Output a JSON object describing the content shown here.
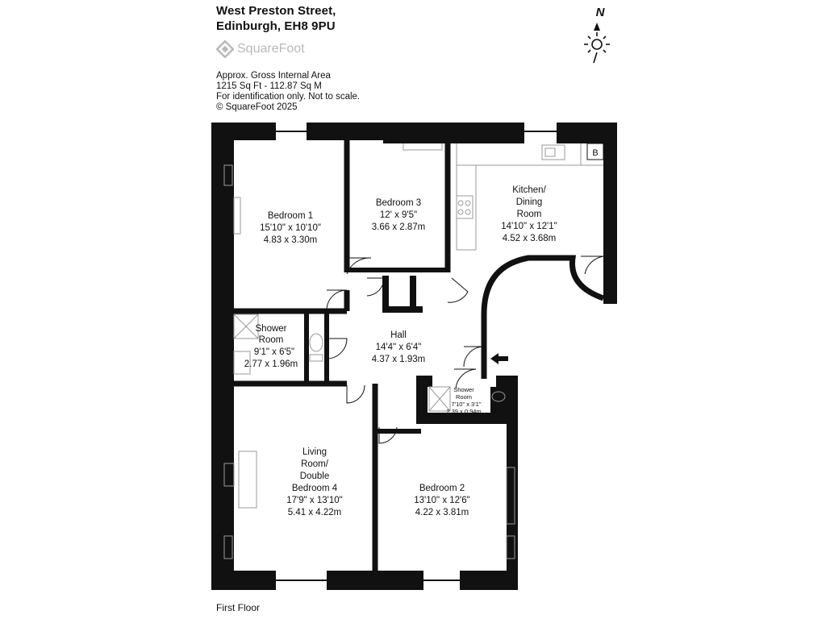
{
  "header": {
    "address_line1": "West Preston Street,",
    "address_line2": "Edinburgh, EH8 9PU",
    "brand": "SquareFoot",
    "info": [
      "Approx. Gross Internal Area",
      "1215 Sq Ft  -  112.87 Sq M",
      "For identification only. Not to scale.",
      "© SquareFoot 2025"
    ]
  },
  "compass": {
    "label": "N",
    "icon": "compass-sun-icon"
  },
  "floor_label": "First Floor",
  "rooms": {
    "bedroom1": {
      "name": "Bedroom 1",
      "imperial": "15'10\" x 10'10\"",
      "metric": "4.83 x 3.30m"
    },
    "bedroom3": {
      "name": "Bedroom 3",
      "imperial": "12' x 9'5\"",
      "metric": "3.66 x 2.87m"
    },
    "kitchen": {
      "name_lines": [
        "Kitchen/",
        "Dining",
        "Room"
      ],
      "imperial": "14'10\" x 12'1\"",
      "metric": "4.52 x 3.68m"
    },
    "shower1": {
      "name_lines": [
        "Shower",
        "Room"
      ],
      "imperial": "9'1\" x 6'5\"",
      "metric": "2.77 x 1.96m"
    },
    "hall": {
      "name": "Hall",
      "imperial": "14'4\" x 6'4\"",
      "metric": "4.37 x 1.93m"
    },
    "shower2": {
      "name_lines": [
        "Shower",
        "Room"
      ],
      "imperial": "7'10\" x 3'1\"",
      "metric": "2.39 x 0.94m"
    },
    "living": {
      "name_lines": [
        "Living",
        "Room/",
        "Double",
        "Bedroom 4"
      ],
      "imperial": "17'9\" x 13'10\"",
      "metric": "5.41 x 4.22m"
    },
    "bedroom2": {
      "name": "Bedroom 2",
      "imperial": "13'10\" x 12'6\"",
      "metric": "4.22 x 3.81m"
    }
  },
  "boiler_label": "B",
  "colors": {
    "wall": "#111111",
    "brand": "#b9b9b9",
    "fixture": "#9a9a9a"
  }
}
